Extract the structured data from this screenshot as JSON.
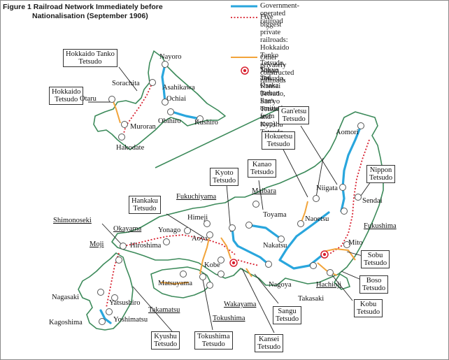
{
  "figure": {
    "title_line1": "Figure 1  Railroad Network Immediately before",
    "title_line2": "Nationalisation (September 1906)"
  },
  "legend": {
    "government": "Government-operated railroad",
    "five_private": "Five biggest private railroads:\nHokkaido Tanko Tetsudo,\nNihon Tetsudo, Kansai Tetsudo,\nSan'yo Tetsudo, and Kyushu Tetsudo",
    "other_private": "Other privately constructed railroads",
    "cities": "Tokyo and Osaka\n(urban lines omitted from map)"
  },
  "colors": {
    "government": "#29a6dd",
    "private_five": "#d8202f",
    "private_other": "#f2a43a",
    "coast": "#3c8a5a",
    "city_ring": "#d8202f"
  },
  "labels": {
    "hokkaido_tanko_tetsudo": "Hokkaido Tanko\nTetsudo",
    "hokkaido_tetsudo": "Hokkaido\nTetsudo",
    "nayoro": "Nayoro",
    "sorachita": "Sorachita",
    "asahikawa": "Asahikawa",
    "otaru": "Otaru",
    "ochiai": "Ochiai",
    "muroran": "Muroran",
    "obihiro": "Obihiro",
    "kushiro": "Kushiro",
    "hakodate": "Hakodate",
    "ganetsu_tetsudo": "Gan'etsu\nTetsudo",
    "aomori": "Aomori",
    "hokuetsu_tetsudo": "Hokuetsu\nTetsudo",
    "kanao_tetsudo": "Kanao\nTetsudo",
    "kyoto_tetsudo": "Kyoto\nTetsudo",
    "nippon_tetsudo": "Nippon\nTetsudo",
    "niigata": "Niigata",
    "maibara": "Maibara",
    "hankaku_tetsudo": "Hankaku\nTetsudo",
    "fukuchiyama": "Fukuchiyama",
    "sendai": "Sendai",
    "shimonoseki": "Shimonoseki",
    "himeji": "Himeji",
    "okayama": "Okayama",
    "yonago": "Yonago",
    "toyama": "Toyama",
    "naoetsu": "Naoetsu",
    "fukushima": "Fukushima",
    "aoya": "Aoya",
    "moji": "Moji",
    "hiroshima": "Hiroshima",
    "nakatsu": "Nakatsu",
    "mito": "Mito",
    "kobe": "Kobe",
    "sobu_tetsudo": "Sobu\nTetsudo",
    "matsuyama": "Matsuyama",
    "nagoya": "Nagoya",
    "boso_tetsudo": "Boso\nTetsudo",
    "nagasaki": "Nagasaki",
    "hachioji": "Hachioji",
    "yatsushiro": "Yatsushiro",
    "takamatsu": "Takamatsu",
    "wakayama": "Wakayama",
    "takasaki": "Takasaki",
    "kobu_tetsudo": "Kobu\nTetsudo",
    "kagoshima": "Kagoshima",
    "yoshimatsu": "Yoshimatsu",
    "tokushima": "Tokushima",
    "sangu_tetsudo": "Sangu\nTetsudo",
    "kyushu_tetsudo": "Kyushu\nTetsudo",
    "tokushima_tetsudo": "Tokushima\nTetsudo",
    "kansei_tetsudo": "Kansei\nTetsudo"
  }
}
